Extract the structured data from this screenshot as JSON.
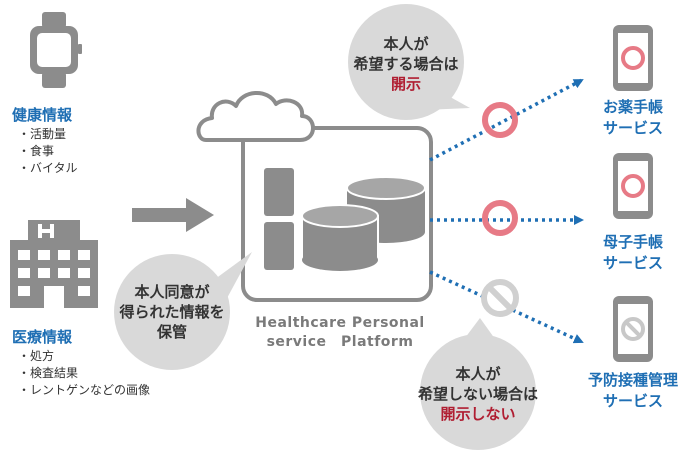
{
  "left": {
    "health": {
      "title": "健康情報",
      "items": [
        "・活動量",
        "・食事",
        "・バイタル"
      ]
    },
    "medical": {
      "title": "医療情報",
      "items": [
        "・処方",
        "・検査結果",
        "・レントゲンなどの画像"
      ]
    }
  },
  "center": {
    "platform_line1": "Healthcare Personal",
    "platform_line2": "service　Platform",
    "consent_bubble": [
      "本人同意が",
      "得られた情報を",
      "保管"
    ]
  },
  "bubbles": {
    "disclose": {
      "line1": "本人が",
      "line2": "希望する場合は",
      "emph": "開示"
    },
    "no_disclose": {
      "line1": "本人が",
      "line2": "希望しない場合は",
      "emph": "開示しない"
    }
  },
  "services": [
    {
      "line1": "お薬手帳",
      "line2": "サービス",
      "status": "allowed"
    },
    {
      "line1": "母子手帳",
      "line2": "サービス",
      "status": "allowed"
    },
    {
      "line1": "予防接種管理",
      "line2": "サービス",
      "status": "blocked"
    }
  ],
  "colors": {
    "accent_blue": "#1f6fb4",
    "gray": "#8c8c8c",
    "ring_pink": "#e77a86",
    "emph_red": "#b01e32"
  }
}
